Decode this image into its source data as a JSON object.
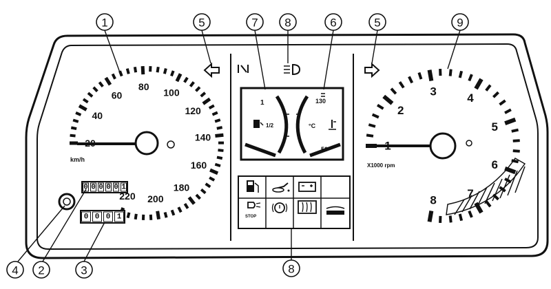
{
  "speedometer": {
    "ticks": [
      "20",
      "40",
      "60",
      "80",
      "100",
      "120",
      "140",
      "160",
      "180",
      "200",
      "220"
    ],
    "unit": "km/h"
  },
  "tachometer": {
    "ticks": [
      "1",
      "2",
      "3",
      "4",
      "5",
      "6",
      "7",
      "8"
    ],
    "unit": "X1000 rpm"
  },
  "fuel_gauge": {
    "full": "1",
    "half": "1/2"
  },
  "temp_gauge": {
    "max": "130",
    "min": "50",
    "unit": "°C"
  },
  "odometer": {
    "digits": [
      "0",
      "0",
      "0",
      "0",
      "0",
      "1"
    ]
  },
  "trip_meter": {
    "digits": [
      "0",
      "0",
      "0",
      "1"
    ]
  },
  "warning_panel": {
    "stop_label": "STOP"
  },
  "callouts": [
    {
      "id": "c1",
      "num": "1"
    },
    {
      "id": "c2",
      "num": "2"
    },
    {
      "id": "c3",
      "num": "3"
    },
    {
      "id": "c4",
      "num": "4"
    },
    {
      "id": "c5a",
      "num": "5"
    },
    {
      "id": "c5b",
      "num": "5"
    },
    {
      "id": "c6",
      "num": "6"
    },
    {
      "id": "c7",
      "num": "7"
    },
    {
      "id": "c8a",
      "num": "8"
    },
    {
      "id": "c8b",
      "num": "8"
    },
    {
      "id": "c9",
      "num": "9"
    }
  ],
  "colors": {
    "ink": "#111111",
    "paper": "#ffffff"
  }
}
